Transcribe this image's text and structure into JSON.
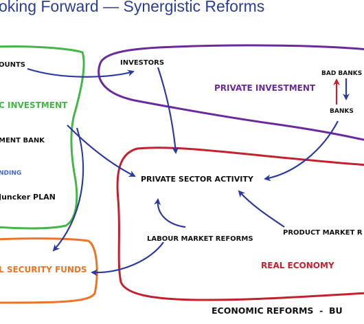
{
  "title": "oking Forward — Synergistic Reforms",
  "colors": {
    "title": "#2a3e94",
    "arrow": "#2b3a9e",
    "green": "#44b548",
    "purple": "#6a2a9c",
    "red": "#c4202e",
    "orange": "#ee7424",
    "blue_text": "#4a66c8",
    "black": "#111111"
  },
  "labels": {
    "accounts": "OUNTS",
    "public_investment": "C INVESTMENT",
    "investment_bank": "MENT BANK",
    "funding": "NDING",
    "juncker_plan": "Juncker PLAN",
    "investors": "INVESTORS",
    "private_investment": "PRIVATE INVESTMENT",
    "bad_banks": "BAD BANKS",
    "banks": "BANKS",
    "private_sector_activity": "PRIVATE SECTOR ACTIVITY",
    "labour_market_reforms": "LABOUR MARKET REFORMS",
    "product_market_reforms": "PRODUCT MARKET R",
    "real_economy": "REAL ECONOMY",
    "social_security_funds": "L SECURITY FUNDS",
    "economic_reforms": "ECONOMIC REFORMS  -  BU"
  }
}
